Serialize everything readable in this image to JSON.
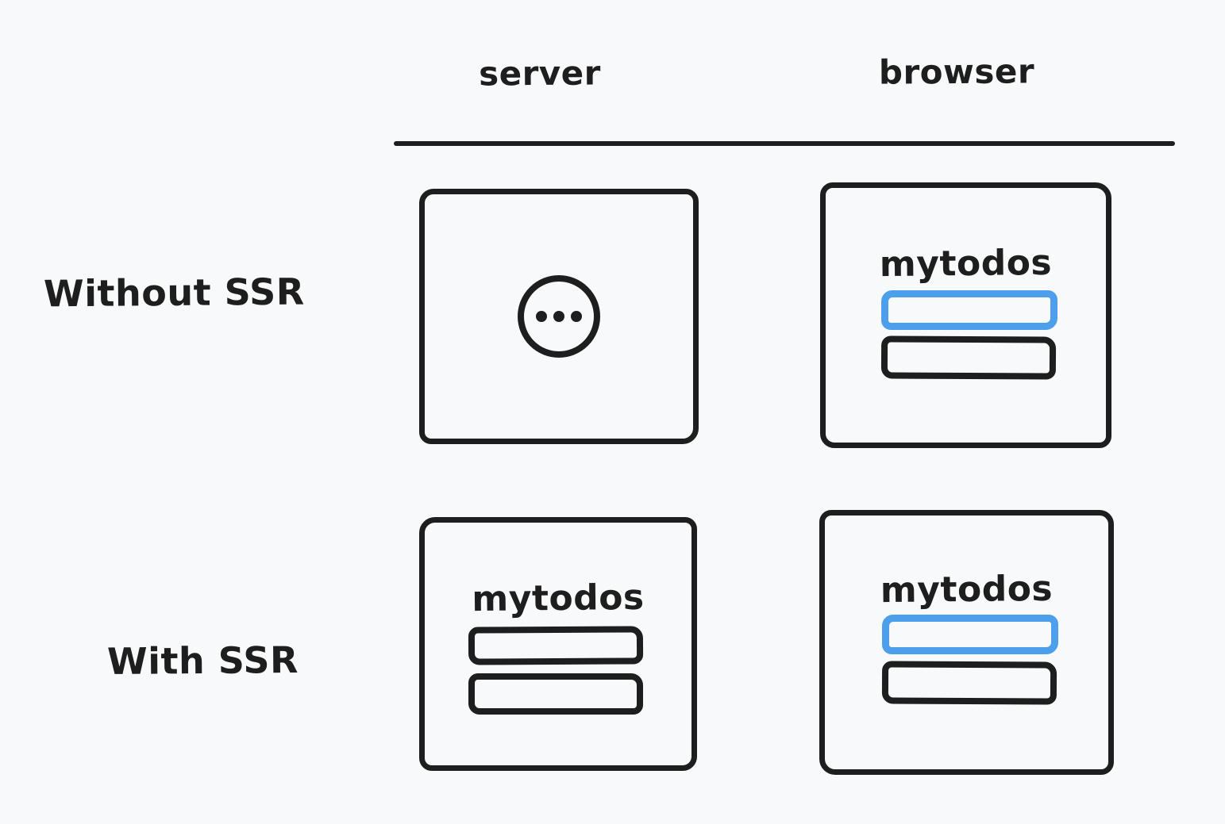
{
  "colors": {
    "background": "#f8f9fa",
    "ink": "#1e1e1e",
    "accent_blue": "#4d9fec"
  },
  "columns": [
    {
      "label": "server"
    },
    {
      "label": "browser"
    }
  ],
  "rows": [
    {
      "label": "Without SSR",
      "server": {
        "icon": "ellipsis-loading-icon"
      },
      "browser": {
        "title": "mytodos",
        "items": [
          "highlighted-todo-bar",
          "todo-bar"
        ]
      }
    },
    {
      "label": "With SSR",
      "server": {
        "title": "mytodos",
        "items": [
          "todo-bar",
          "todo-bar"
        ]
      },
      "browser": {
        "title": "mytodos",
        "items": [
          "highlighted-todo-bar",
          "todo-bar"
        ]
      }
    }
  ]
}
